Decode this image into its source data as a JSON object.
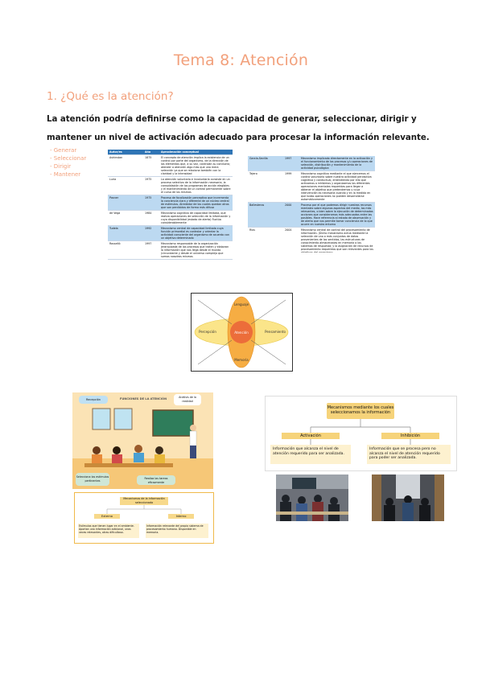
{
  "title": "Tema 8: Atención",
  "section": "1. ¿Qué es la atención?",
  "intro": "La atención podría definirse como la capacidad de generar, seleccionar, dirigir y mantener un nivel de activación adecuado para procesar la información relevante.",
  "bullets": [
    "- Generar",
    "- Seleccionar",
    "- Dirigir",
    "- Mantener"
  ],
  "table_left": {
    "headers": [
      "Autor/es",
      "Año",
      "Aproximación conceptual"
    ],
    "rows": [
      {
        "author": "Ashinstan",
        "year": "1875",
        "text": "El concepto de atención implica la existencia de un control por parte del organismo, de la dirección de los elementos que, a su vez, controlan su conducta; atender a atención algo más que una mera selección ya que se relaciona también con la claridad y la intensidad",
        "hl": false
      },
      {
        "author": "Luria",
        "year": "1975",
        "text": "La atención voluntaria e involuntaria consiste en un proceso selectivo de la información necesaria, la consolidación de los programas de acción elegibles y el mantenimiento de un control permanente sobre el curso de los mismos",
        "hl": false
      },
      {
        "author": "Posner",
        "year": "1975",
        "text": "Proceso de focalización perceptiva que incrementa la conciencia clara y diferente de un núcleo central de estímulos. Alrededor de los cuales quedan otros que son percibidos de forma más difusa",
        "hl": true
      },
      {
        "author": "de Vega",
        "year": "1984",
        "text": "Mecanismo cognitivo de capacidad limitada, que realiza operaciones de selección de la información y cuya disponibilidad (estado de alerta) fluctúa considerablemente",
        "hl": false
      },
      {
        "author": "Tudela",
        "year": "1992",
        "text": "Mecanismo central de capacidad limitada cuya función primordial es controlar y orientar la actividad consciente del organismo de acuerdo con un objetivo determinado",
        "hl": true
      },
      {
        "author": "Rosselló",
        "year": "1997",
        "text": "Mecanismo responsable de la organización jerarquizada de los procesos que traten y elaboran la información que nos llega desde el mundo (circundante y desde el universo complejo que somos nosotros mismos",
        "hl": false
      }
    ]
  },
  "table_right": {
    "rows": [
      {
        "author": "García-Sevilla",
        "year": "1997",
        "text": "Mecanismo implicado directamente en la activación y el funcionamiento de los procesos y/u operaciones de selección, distribución y mantenimiento de la actividad psicológica",
        "hl": true
      },
      {
        "author": "Tejero",
        "year": "1999",
        "text": "Mecanismo cognitivo mediante el que ejercemos el control voluntario sobre nuestra actividad perceptiva cognitiva y conductual, entendiendo por ello que activamos o inhibimos y organizamos las diferentes operaciones mentales requeridas para llegar a obtener el objetivo que pretendemos y cuya intervención es necesaria cuando y en la medida en que todas operaciones no pueden desarrollarse automáticamente",
        "hl": false
      },
      {
        "author": "Ballesteros",
        "year": "2000",
        "text": "Proceso por el que podemos dirigir nuestros recursos mentales sobre algunos aspectos del medio, los más relevantes, o bien sobre la ejecución de determinadas acciones que consideramos más adecuadas entre las posibles. Hace referencia al estado de observación y de alerta que nos permite tomar conciencia de lo que ocurre en nuestro entorno",
        "hl": true
      },
      {
        "author": "Ríos",
        "year": "2004",
        "text": "Mecanismo central de control del procesamiento de información. (Dicho mecanismo actúa mediante la selección de uno o más conjuntos de datos provenientes de los sentidos, las estructuras de conocimiento almacenadas en memoria o los sistemas de respuesta; y la asignación de recursos de procesamiento requeridos que son relevantes para los objetivos del organismo",
        "hl": false
      }
    ]
  },
  "diagram_center": {
    "center": "Atención",
    "top": "Lenguaje",
    "left": "Percepción",
    "right": "Pensamiento",
    "bottom": "Memoria"
  },
  "classroom": {
    "title": "FUNCIONES DE LA ATENCIÓN",
    "bubble1": "Recepción",
    "bubble2": "Análisis de la realidad",
    "bubble3": "Selecciona los estímulos pertinentes",
    "bubble4": "Realiza las tareas eficazmente"
  },
  "mech_left": {
    "top": "Mecanismos de la información seleccionada",
    "left": "Externo",
    "right": "Interno",
    "left_text": "Estímulos que tienen lugar en el ambiente. Aportan una información adicional, unas veces relevantes, otras dificultosa.",
    "right_text": "Información relevante del propio sistema de procesamiento humano. Disponible en memoria."
  },
  "mech_right": {
    "top": "Mecanismos mediante los cuales seleccionamos la información",
    "left": "Activación",
    "right": "Inhibición",
    "left_text": "Información que alcanza el nivel de atención requerido para ser analizada.",
    "right_text": "Información que se procesa pero no alcanza el nivel de atención requerido para poder ser analizada."
  }
}
